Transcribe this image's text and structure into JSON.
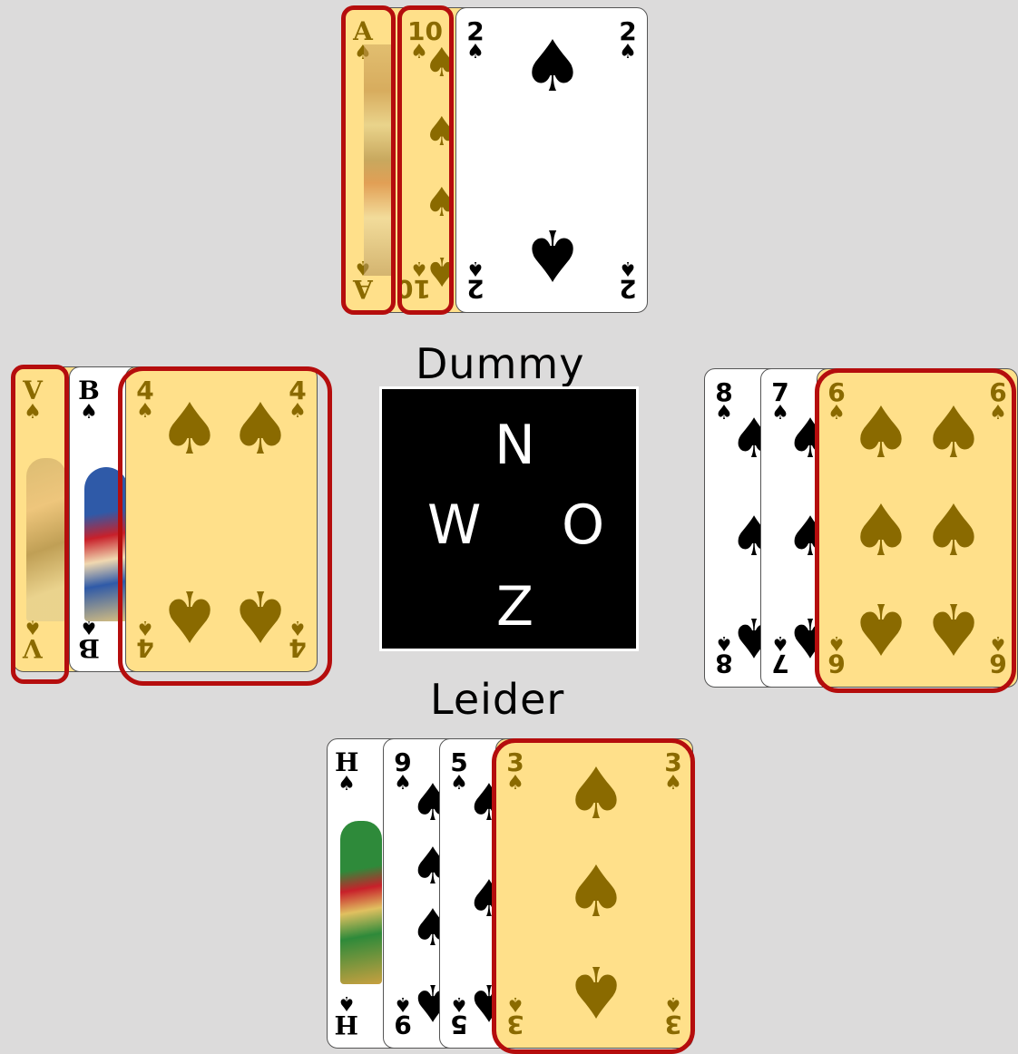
{
  "labels": {
    "north": "Dummy",
    "south": "Leider"
  },
  "compass": {
    "n": "N",
    "w": "W",
    "e": "O",
    "s": "Z"
  },
  "colors": {
    "highlight_card": "#ffe08a",
    "selection_border": "#b50d0d",
    "table": "#dcdbdb"
  },
  "hands": {
    "north": [
      {
        "rank": "A",
        "suit": "♠",
        "highlighted": true,
        "selected": true
      },
      {
        "rank": "10",
        "suit": "♠",
        "highlighted": true,
        "selected": true
      },
      {
        "rank": "2",
        "suit": "♠",
        "highlighted": false,
        "selected": false
      }
    ],
    "west": [
      {
        "rank": "V",
        "suit": "♠",
        "highlighted": true,
        "selected": true
      },
      {
        "rank": "B",
        "suit": "♠",
        "highlighted": false,
        "selected": false
      },
      {
        "rank": "4",
        "suit": "♠",
        "highlighted": true,
        "selected": true
      }
    ],
    "east": [
      {
        "rank": "8",
        "suit": "♠",
        "highlighted": false,
        "selected": false
      },
      {
        "rank": "7",
        "suit": "♠",
        "highlighted": false,
        "selected": false
      },
      {
        "rank": "6",
        "suit": "♠",
        "highlighted": true,
        "selected": true
      }
    ],
    "south": [
      {
        "rank": "H",
        "suit": "♠",
        "highlighted": false,
        "selected": false
      },
      {
        "rank": "9",
        "suit": "♠",
        "highlighted": false,
        "selected": false
      },
      {
        "rank": "5",
        "suit": "♠",
        "highlighted": false,
        "selected": false
      },
      {
        "rank": "3",
        "suit": "♠",
        "highlighted": true,
        "selected": true
      }
    ]
  }
}
